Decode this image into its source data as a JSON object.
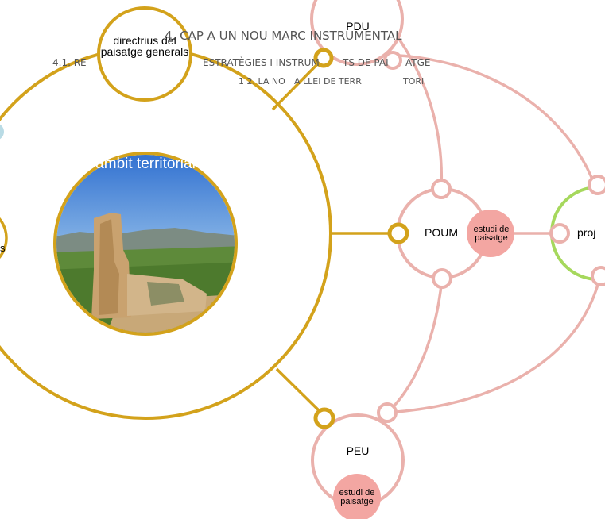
{
  "header": {
    "chapter": "4.   CAP A UN NOU MARC INSTRUMENTAL",
    "section_left": "4.1. RE",
    "section_mid": "ESTRATÈGIES I INSTRUM",
    "section_right": "TS DE PAI",
    "section_end": "ATGE",
    "subsection_mid": "1 2. LA NO",
    "subsection_right": "A LLEI DE TERR",
    "subsection_end": "TORI"
  },
  "nodes": {
    "ambit_title": "àmbit territorial",
    "directrius": "directrius del paisatge generals",
    "pdu": "PDU",
    "poum": "POUM",
    "peu": "PEU",
    "proj": "proj",
    "partial_left": "s",
    "estudi_poum": "estudi de paisatge",
    "estudi_peu": "estudi de paisatge"
  },
  "colors": {
    "gold": "#d3a21b",
    "pink": "#eab1ac",
    "salmon": "#f3a6a2",
    "green": "#a6d85d",
    "light_blue": "#b9dbe5"
  }
}
